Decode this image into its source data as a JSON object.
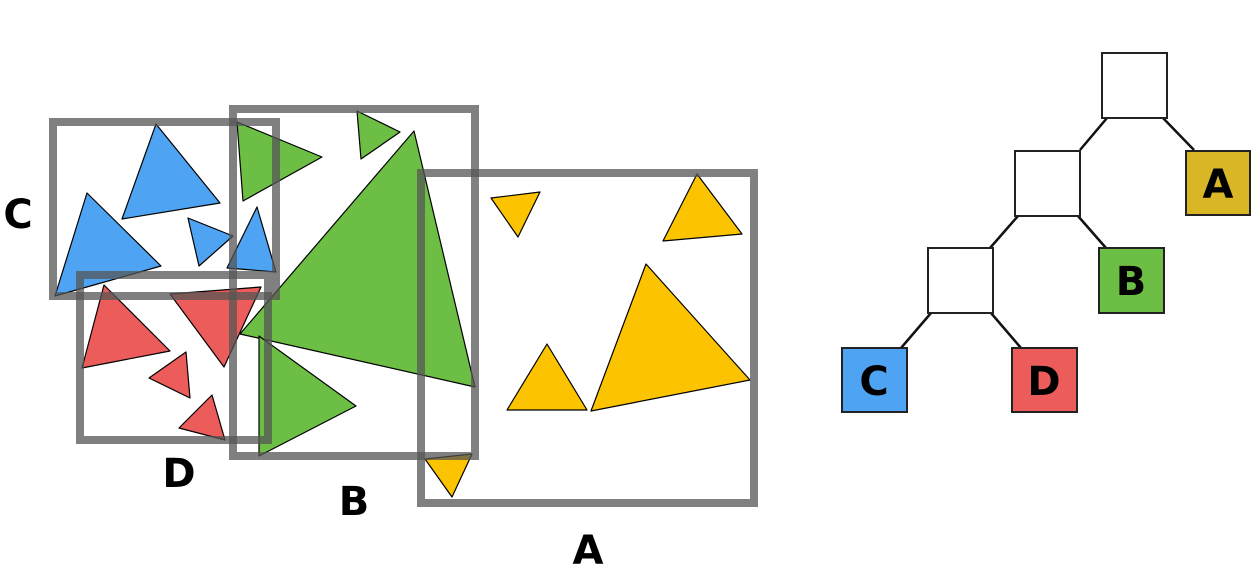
{
  "colors": {
    "a": "#fcc400",
    "b": "#6dbe45",
    "c": "#4ea3f2",
    "d": "#ec5c5a",
    "tree_a": "#d9b626",
    "inner_node": "#ffffff",
    "box_stroke": "#555555"
  },
  "bounding_boxes": [
    {
      "id": "C",
      "label": "C"
    },
    {
      "id": "D",
      "label": "D"
    },
    {
      "id": "B",
      "label": "B"
    },
    {
      "id": "A",
      "label": "A"
    }
  ],
  "tree": {
    "leaves": [
      {
        "id": "A",
        "label": "A"
      },
      {
        "id": "B",
        "label": "B"
      },
      {
        "id": "C",
        "label": "C"
      },
      {
        "id": "D",
        "label": "D"
      }
    ]
  }
}
